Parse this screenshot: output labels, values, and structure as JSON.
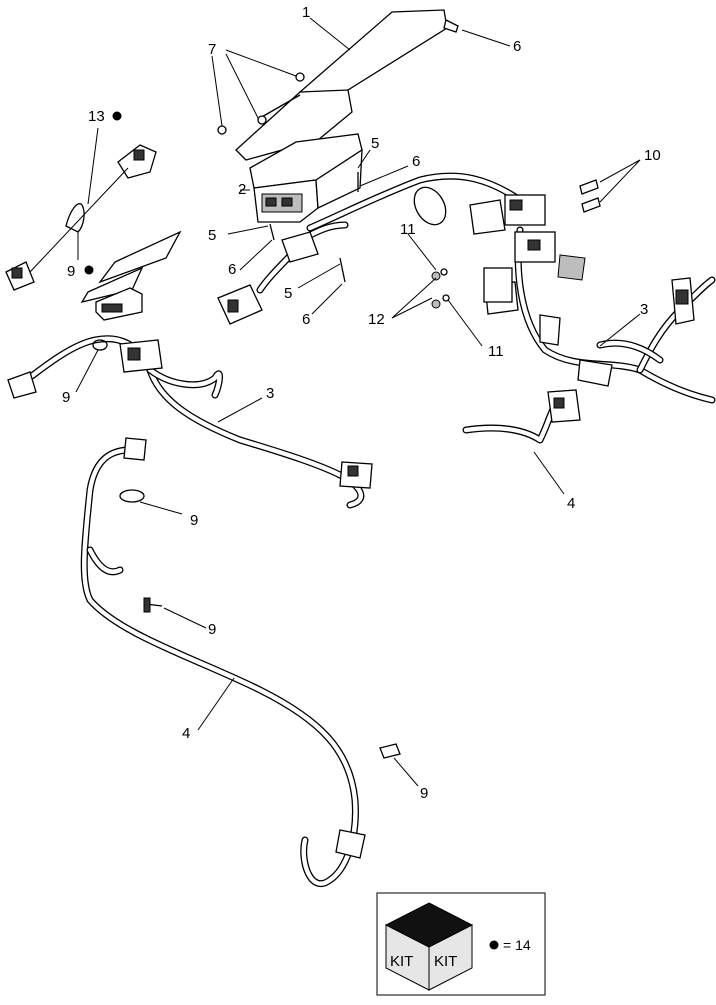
{
  "callouts": {
    "c1": "1",
    "c2": "2",
    "c3a": "3",
    "c3b": "3",
    "c4a": "4",
    "c4b": "4",
    "c5a": "5",
    "c5b": "5",
    "c5c": "5",
    "c6a": "6",
    "c6b": "6",
    "c6c": "6",
    "c6d": "6",
    "c7": "7",
    "c9a": "9",
    "c9b": "9",
    "c9c": "9",
    "c9d": "9",
    "c9e": "9",
    "c10": "10",
    "c11a": "11",
    "c11b": "11",
    "c12": "12",
    "c13": "13"
  },
  "kit": {
    "face_left": "KIT",
    "face_right": "KIT",
    "legend": "= 14"
  },
  "colors": {
    "line": "#000000",
    "box_top": "#111111",
    "box_face": "#e6e6e6"
  }
}
